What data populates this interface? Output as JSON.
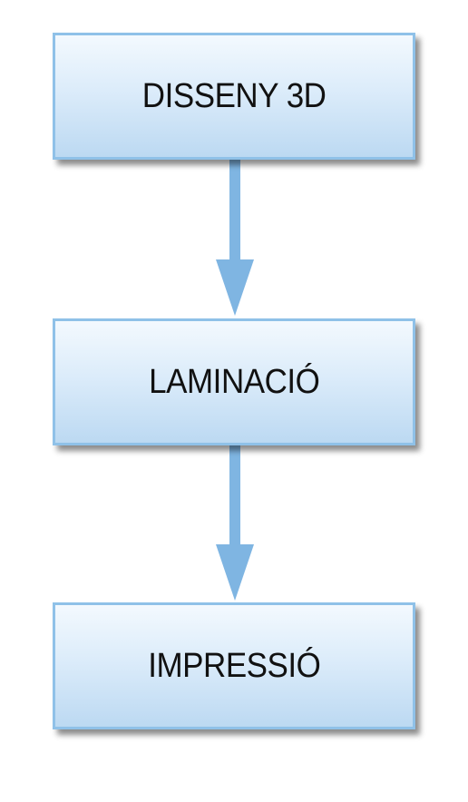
{
  "steps": [
    {
      "label": "DISSENY 3D"
    },
    {
      "label": "LAMINACIÓ"
    },
    {
      "label": "IMPRESSIÓ"
    }
  ],
  "colors": {
    "arrow": "#7fb5e2",
    "box_border": "#8fc1e8",
    "box_fill_top": "#f3f9fe",
    "box_fill_bottom": "#bcd9f2",
    "text": "#111111"
  }
}
